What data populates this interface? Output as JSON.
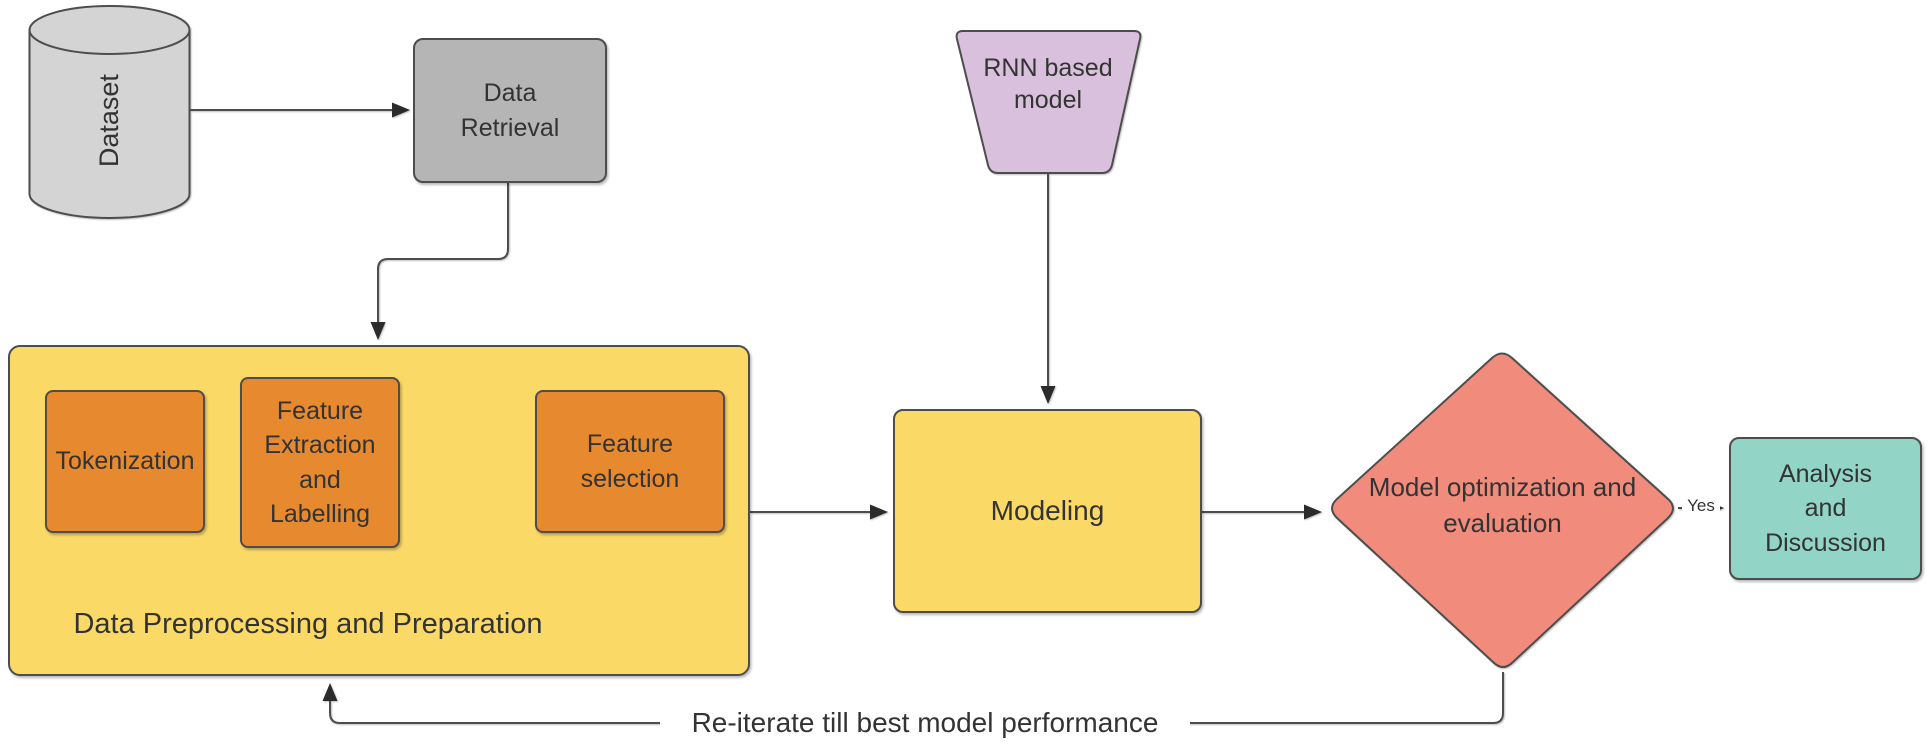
{
  "diagram": {
    "type": "flowchart",
    "nodes": {
      "dataset": {
        "label": "Dataset",
        "shape": "cylinder",
        "fill": "#d4d4d4"
      },
      "data_retrieval": {
        "label": "Data\nRetrieval",
        "shape": "rounded-rect",
        "fill": "#b5b5b5"
      },
      "preprocessing": {
        "label": "Data Preprocessing and Preparation",
        "shape": "container",
        "fill": "#fad967"
      },
      "tokenization": {
        "label": "Tokenization",
        "shape": "rounded-rect",
        "fill": "#e7892e"
      },
      "feature_extraction": {
        "label": "Feature\nExtraction\nand\nLabelling",
        "shape": "rounded-rect",
        "fill": "#e7892e"
      },
      "feature_selection": {
        "label": "Feature\nselection",
        "shape": "rounded-rect",
        "fill": "#e7892e"
      },
      "rnn_model": {
        "label": "RNN based\nmodel",
        "shape": "trapezoid",
        "fill": "#d9c0dc"
      },
      "modeling": {
        "label": "Modeling",
        "shape": "rounded-rect",
        "fill": "#fad967"
      },
      "optimization": {
        "label": "Model optimization and\nevaluation",
        "shape": "diamond",
        "fill": "#f18b7c"
      },
      "analysis": {
        "label": "Analysis\nand\nDiscussion",
        "shape": "rounded-rect",
        "fill": "#92d4c5"
      }
    },
    "edge_labels": {
      "yes": "Yes",
      "reiterate": "Re-iterate till best model performance"
    },
    "colors": {
      "connector_stroke": "#4d4d4d",
      "arrowhead": "#2b2b2b",
      "node_border": "#4d4d4d",
      "text": "#333333",
      "background": "#ffffff"
    }
  }
}
